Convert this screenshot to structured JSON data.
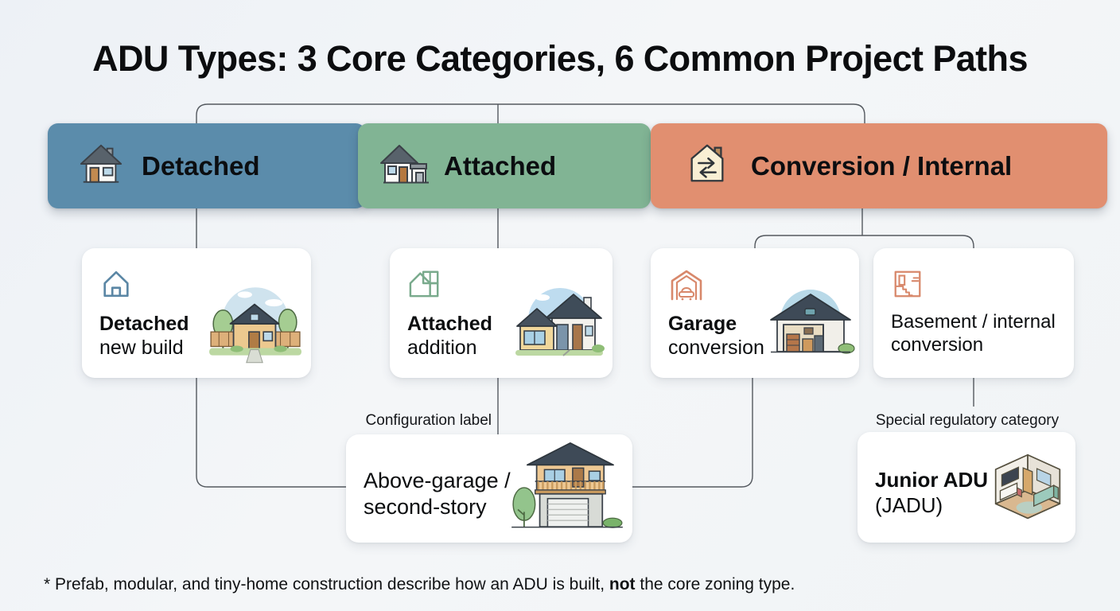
{
  "title": "ADU Types: 3 Core Categories, 6 Common Project Paths",
  "categories": {
    "detached": {
      "label": "Detached",
      "color": "#5b8cab"
    },
    "attached": {
      "label": "Attached",
      "color": "#81b494"
    },
    "conversion": {
      "label": "Conversion / Internal",
      "color": "#e18f70"
    }
  },
  "cards": {
    "detached_new_build": {
      "line1": "Detached",
      "line2": "new build"
    },
    "attached_addition": {
      "line1": "Attached",
      "line2": "addition"
    },
    "garage_conversion": {
      "line1": "Garage",
      "line2": "conversion"
    },
    "basement_conversion": {
      "line1": "Basement / internal",
      "line2": "conversion"
    },
    "above_garage": {
      "line1": "Above-garage /",
      "line2": "second-story"
    },
    "junior_adu": {
      "line1": "Junior ADU",
      "line2": "(JADU)"
    }
  },
  "annotations": {
    "configuration": "Configuration label",
    "special_regulatory": "Special regulatory category"
  },
  "footnote": {
    "prefix": "* Prefab, modular, and tiny-home construction describe how an ADU is built, ",
    "bold": "not",
    "suffix": " the core zoning type."
  },
  "icons": {
    "detached_header": "detached-house-icon",
    "attached_header": "attached-house-icon",
    "conversion_header": "conversion-arrows-house-icon",
    "detached_card": "home-outline-icon",
    "attached_card": "house-addition-outline-icon",
    "garage_card": "garage-car-outline-icon",
    "basement_card": "basement-stairs-outline-icon"
  },
  "colors": {
    "background": "#f2f5f8",
    "card": "#ffffff",
    "detached_accent": "#5b8cab",
    "attached_accent": "#81b494",
    "conversion_accent": "#e18f70",
    "icon_blue": "#5b87a5",
    "icon_green": "#79aa8c",
    "icon_orange": "#d8886b",
    "connector": "#54595f",
    "text": "#0b0d0f"
  }
}
